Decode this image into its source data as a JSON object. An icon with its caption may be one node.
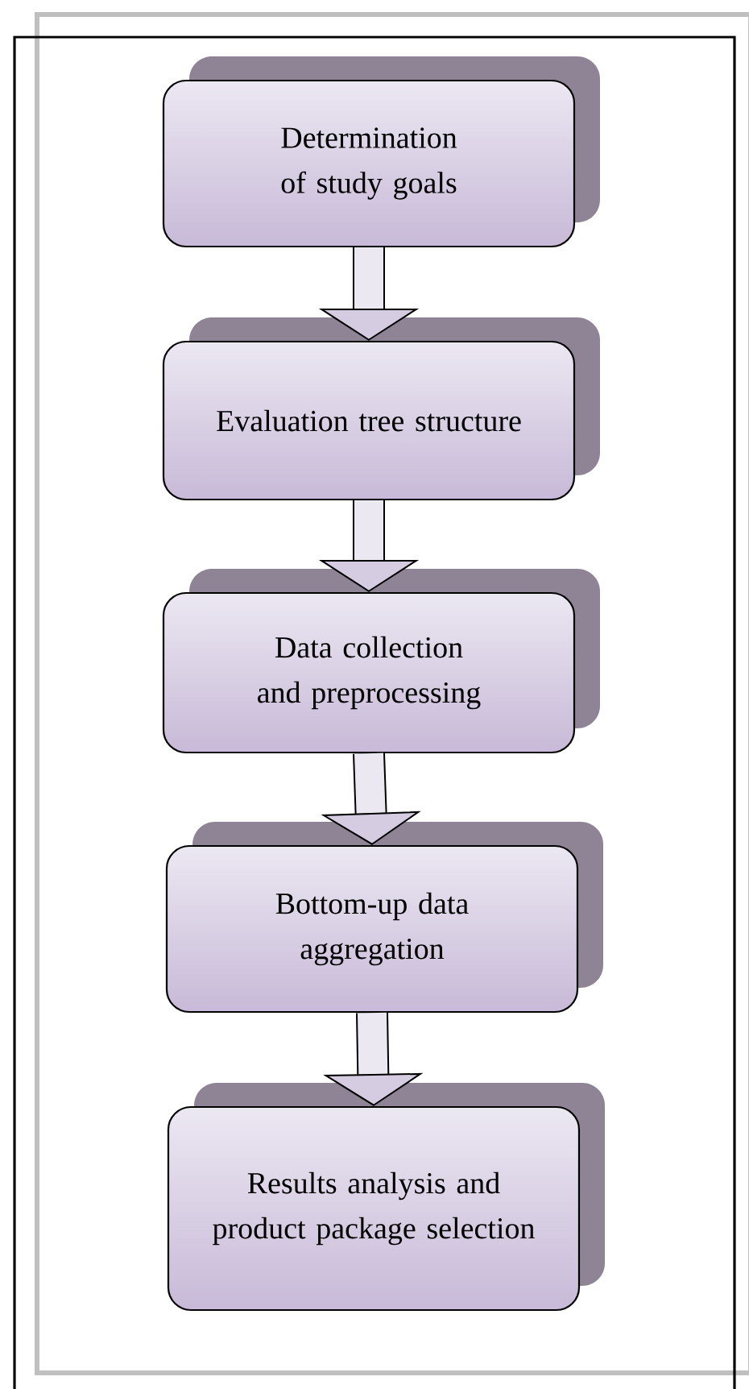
{
  "diagram": {
    "nodes": [
      {
        "text": [
          "Determination of study goals"
        ]
      },
      {
        "text": [
          "Evaluation tree structure"
        ]
      },
      {
        "text": [
          "Data collection and preprocessing"
        ]
      },
      {
        "text": [
          "Bottom-up data aggregation"
        ]
      },
      {
        "text": [
          "Results analysis and product package selection"
        ]
      }
    ],
    "edges": [
      {
        "from": 0,
        "to": 1,
        "arrow": "to"
      },
      {
        "from": 1,
        "to": 2,
        "arrow": "to"
      },
      {
        "from": 2,
        "to": 3,
        "arrow": "to"
      },
      {
        "from": 3,
        "to": 4,
        "arrow": "to"
      }
    ]
  }
}
